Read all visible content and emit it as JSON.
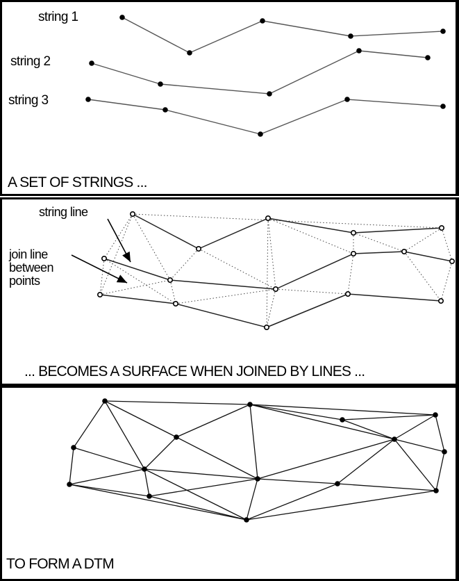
{
  "panel1": {
    "string_labels": [
      "string 1",
      "string 2",
      "string 3"
    ],
    "caption": "A SET OF STRINGS ..."
  },
  "panel2": {
    "annotation_string_line": "string line",
    "annotation_join_line": [
      "join line",
      "between",
      "points"
    ],
    "caption": "... BECOMES A SURFACE WHEN JOINED BY LINES ..."
  },
  "panel3": {
    "caption": "TO FORM A DTM"
  },
  "colors": {
    "line": "#555555",
    "point": "#000000",
    "border": "#000000"
  }
}
